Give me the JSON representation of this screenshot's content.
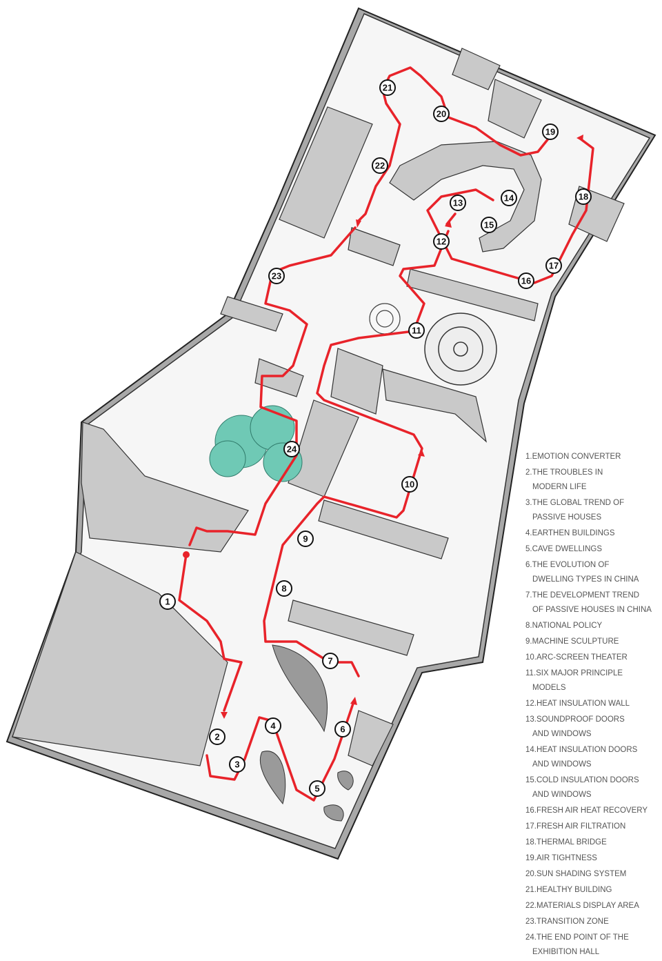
{
  "colors": {
    "route": "#e8232a",
    "wall_top": "#c8c8c8",
    "wall_side": "#9a9a9a",
    "floor": "#f5f5f5",
    "outline": "#222222",
    "tree": "#6fc9b5",
    "legend_text": "#555555"
  },
  "markers": [
    "1",
    "2",
    "3",
    "4",
    "5",
    "6",
    "7",
    "8",
    "9",
    "10",
    "11",
    "12",
    "13",
    "14",
    "15",
    "16",
    "17",
    "18",
    "19",
    "20",
    "21",
    "22",
    "23",
    "24"
  ],
  "legend": [
    {
      "line1": "1.EMOTION CONVERTER"
    },
    {
      "line1": "2.THE TROUBLES IN",
      "line2": "MODERN LIFE"
    },
    {
      "line1": "3.THE GLOBAL TREND OF",
      "line2": "PASSIVE HOUSES"
    },
    {
      "line1": "4.EARTHEN BUILDINGS"
    },
    {
      "line1": "5.CAVE DWELLINGS"
    },
    {
      "line1": "6.THE EVOLUTION OF",
      "line2": "DWELLING TYPES IN CHINA"
    },
    {
      "line1": "7.THE DEVELOPMENT TREND",
      "line2": "OF PASSIVE HOUSES IN CHINA"
    },
    {
      "line1": "8.NATIONAL POLICY"
    },
    {
      "line1": "9.MACHINE SCULPTURE"
    },
    {
      "line1": "10.ARC-SCREEN THEATER"
    },
    {
      "line1": "11.SIX MAJOR PRINCIPLE",
      "line2": "MODELS"
    },
    {
      "line1": "12.HEAT INSULATION WALL"
    },
    {
      "line1": "13.SOUNDPROOF DOORS",
      "line2": "AND WINDOWS"
    },
    {
      "line1": "14.HEAT INSULATION DOORS",
      "line2": "AND WINDOWS"
    },
    {
      "line1": "15.COLD INSULATION DOORS",
      "line2": "AND WINDOWS"
    },
    {
      "line1": "16.FRESH AIR HEAT RECOVERY"
    },
    {
      "line1": "17.FRESH AIR FILTRATION"
    },
    {
      "line1": "18.THERMAL BRIDGE"
    },
    {
      "line1": "19.AIR TIGHTNESS"
    },
    {
      "line1": "20.SUN SHADING SYSTEM"
    },
    {
      "line1": "21.HEALTHY BUILDING"
    },
    {
      "line1": "22.MATERIALS DISPLAY AREA"
    },
    {
      "line1": "23.TRANSITION ZONE"
    },
    {
      "line1": "24.THE END POINT OF THE",
      "line2": "EXHIBITION HALL"
    }
  ]
}
